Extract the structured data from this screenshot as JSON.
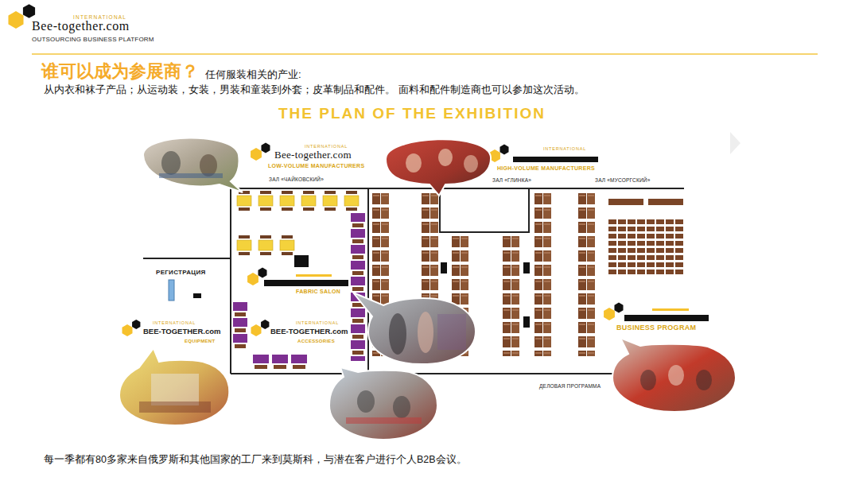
{
  "diagram": {
    "title": "谁可以成为参展商？",
    "caption": "每一季都有80多家来自俄罗斯和其他国家的工厂来到莫斯科，与潜在客户进行个人B2B会议。",
    "labels": [
      "INTERNATIONAL",
      "Bee-together.com",
      "OUTSOURCING BUSINESS PLATFORM",
      "任何服装相关的产业:",
      "从内衣和袜子产品；从运动装，女装，男装和童装到外套；皮革制品和配件。 面料和配件制造商也可以参加这次活动。",
      "THE PLAN OF THE EXHIBITION",
      "INTERNATIONAL",
      "Bee-together.com",
      "LOW-VOLUME MANUFACTURERS",
      "ЗАЛ «ЧАЙКОВСКИЙ»",
      "INTERNATIONAL",
      "HIGH-VOLUME MANUFACTURERS",
      "ЗАЛ «ГЛИНКА»",
      "ЗАЛ «МУСОРГСКИЙ»",
      "РЕГИСТРАЦИЯ",
      "FABRIC SALON",
      "INTERNATIONAL",
      "BEE-TOGETHER.com",
      "EQUIPMENT",
      "INTERNATIONAL",
      "BEE-TOGETHER.com",
      "ACCESSORIES",
      "BUSINESS PROGRAM",
      "ДЕЛОВАЯ ПРОГРАММА"
    ]
  }
}
